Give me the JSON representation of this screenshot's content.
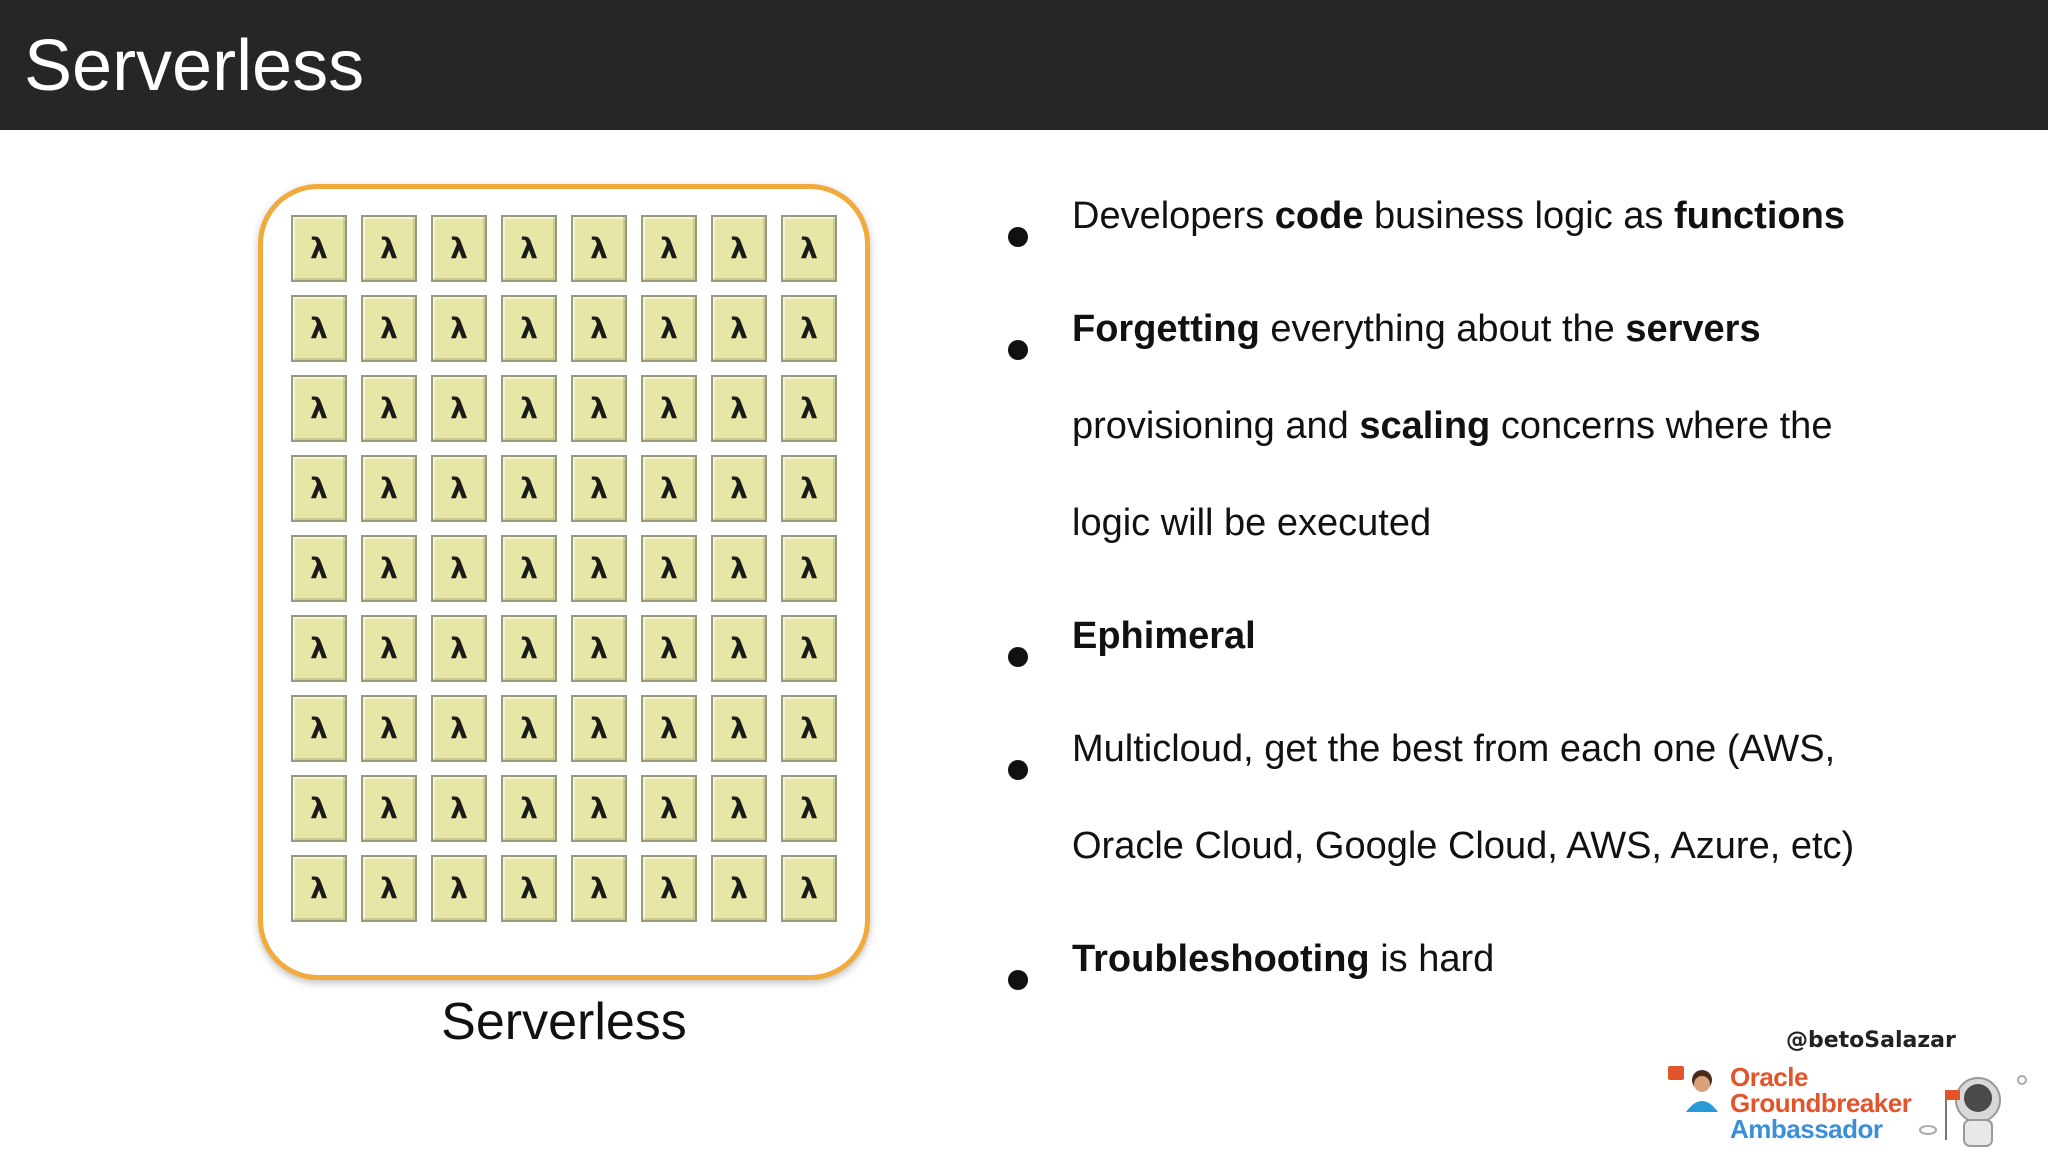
{
  "slide": {
    "title": "Serverless"
  },
  "diagram": {
    "tile_symbol": "λ",
    "rows": 9,
    "cols": 8,
    "caption": "Serverless",
    "colors": {
      "container_border": "#f2aa3c",
      "tile_fill": "#e6e6a6"
    }
  },
  "bullets": [
    {
      "lines": [
        [
          {
            "t": "Developers ",
            "b": false
          },
          {
            "t": "code",
            "b": true
          },
          {
            "t": " business logic as ",
            "b": false
          },
          {
            "t": "functions",
            "b": true
          }
        ]
      ]
    },
    {
      "lines": [
        [
          {
            "t": "Forgetting",
            "b": true
          },
          {
            "t": " everything about the ",
            "b": false
          },
          {
            "t": "servers",
            "b": true
          }
        ],
        [
          {
            "t": "provisioning and ",
            "b": false
          },
          {
            "t": "scaling",
            "b": true
          },
          {
            "t": " concerns where the",
            "b": false
          }
        ],
        [
          {
            "t": "logic will be executed",
            "b": false
          }
        ]
      ]
    },
    {
      "lines": [
        [
          {
            "t": "Ephimeral",
            "b": true
          }
        ]
      ]
    },
    {
      "lines": [
        [
          {
            "t": "Multicloud, get the best from each one (AWS,",
            "b": false
          }
        ],
        [
          {
            "t": "Oracle Cloud, Google Cloud, AWS, Azure, etc)",
            "b": false
          }
        ]
      ]
    },
    {
      "lines": [
        [
          {
            "t": "Troubleshooting",
            "b": true
          },
          {
            "t": " is hard",
            "b": false
          }
        ]
      ]
    }
  ],
  "branding": {
    "handle": "@betoSalazar",
    "badge_line1": "Oracle",
    "badge_line2": "Groundbreaker",
    "badge_line3": "Ambassador",
    "icons": [
      "ambassador-avatar-icon",
      "astronaut-icon"
    ]
  }
}
